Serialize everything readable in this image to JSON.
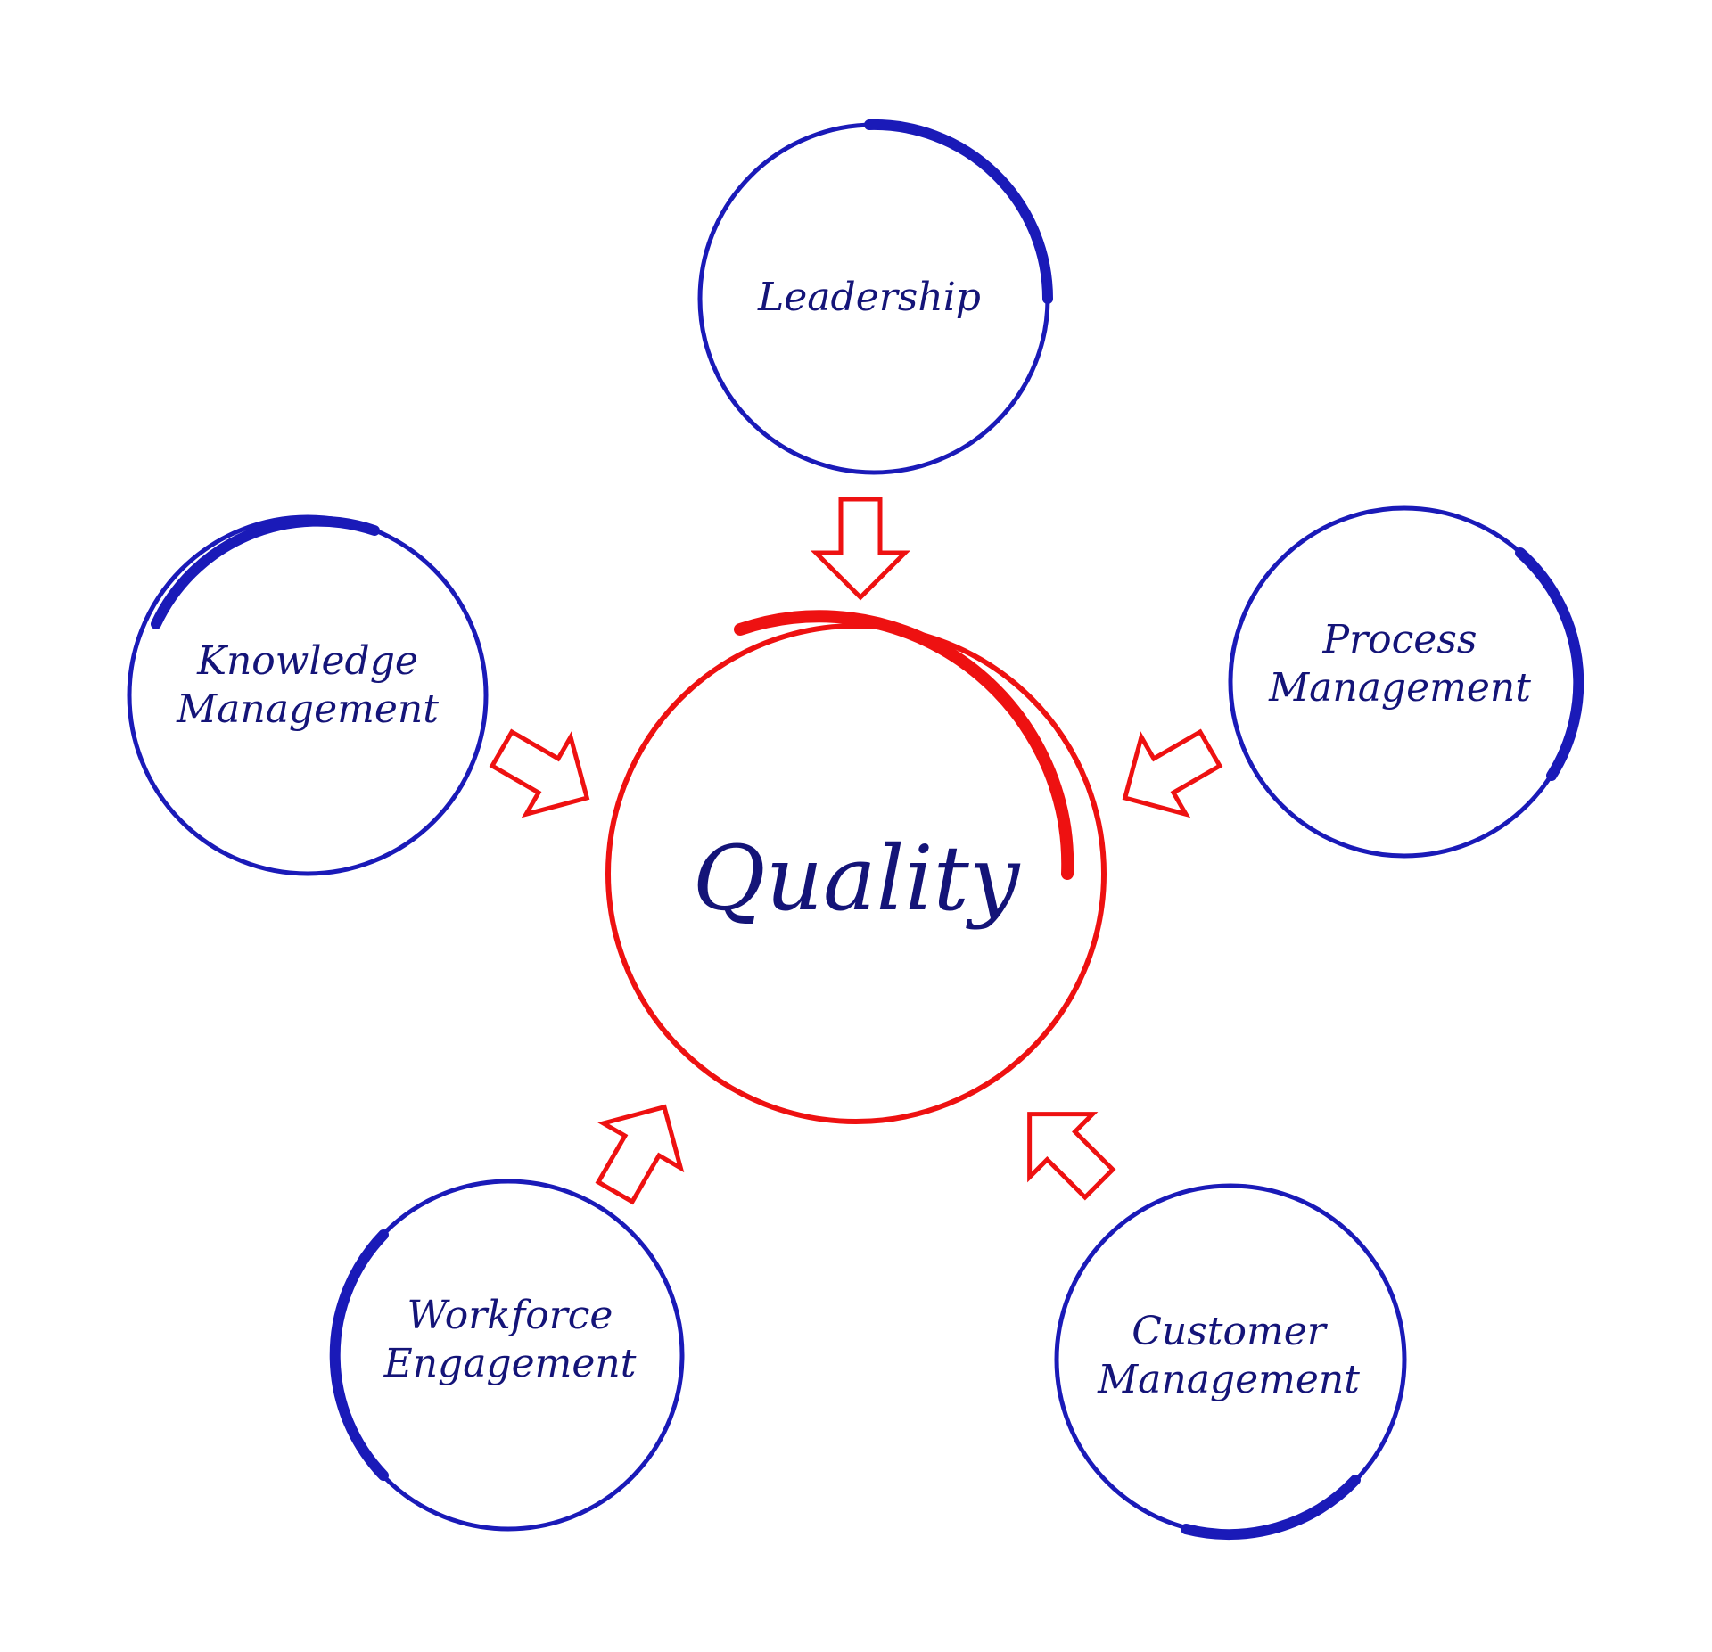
{
  "center": {
    "label": "Quality",
    "color": "#ee1111"
  },
  "nodes": [
    {
      "id": "leadership",
      "lines": [
        "Leadership"
      ]
    },
    {
      "id": "process-management",
      "lines": [
        "Process",
        "Management"
      ]
    },
    {
      "id": "customer-management",
      "lines": [
        "Customer",
        "Management"
      ]
    },
    {
      "id": "workforce-engagement",
      "lines": [
        "Workforce",
        "Engagement"
      ]
    },
    {
      "id": "knowledge-management",
      "lines": [
        "Knowledge",
        "Management"
      ]
    }
  ],
  "colors": {
    "node_stroke": "#1a1ab8",
    "label_text": "#141478",
    "arrow_stroke": "#ee1111"
  }
}
